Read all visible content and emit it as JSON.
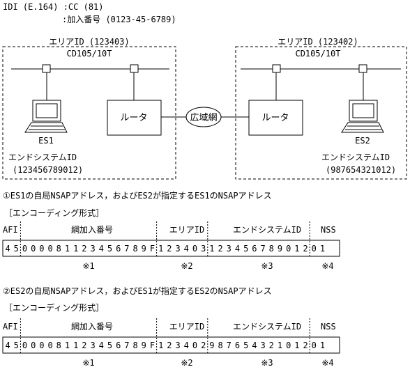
{
  "header": {
    "line1": "IDI (E.164) :CC (81)",
    "line2": ":加入番号 (0123-45-6789)"
  },
  "network": {
    "left": {
      "area_id": "エリアID (123403)",
      "lan_label": "CD105/10T",
      "router_label": "ルータ",
      "es_label": "ES1",
      "es_id_title": "エンドシステムID",
      "es_id_value": "(123456789012)"
    },
    "right": {
      "area_id": "エリアID (123402)",
      "lan_label": "CD105/10T",
      "router_label": "ルータ",
      "es_label": "ES2",
      "es_id_title": "エンドシステムID",
      "es_id_value": "(987654321012)"
    },
    "wan_label": "広域網"
  },
  "sections": [
    {
      "title": "①ES1の自局NSAPアドレス，およびES2が指定するES1のNSAPアドレス",
      "format_label": "［エンコーディング形式］",
      "headers": {
        "afi": "AFI",
        "net": "網加入番号",
        "area": "エリアID",
        "es": "エンドシステムID",
        "nss": "NSS"
      },
      "digits": {
        "afi": [
          "4",
          "5"
        ],
        "net": [
          "0",
          "0",
          "0",
          "0",
          "8",
          "1",
          "1",
          "2",
          "3",
          "4",
          "5",
          "6",
          "7",
          "8",
          "9",
          "F"
        ],
        "area": [
          "1",
          "2",
          "3",
          "4",
          "0",
          "3"
        ],
        "es": [
          "1",
          "2",
          "3",
          "4",
          "5",
          "6",
          "7",
          "8",
          "9",
          "0",
          "1",
          "2"
        ],
        "nss": [
          "0",
          "1"
        ]
      },
      "notes": [
        "※1",
        "※2",
        "※3",
        "※4"
      ]
    },
    {
      "title": "②ES2の自局NSAPアドレス，およびES1が指定するES2のNSAPアドレス",
      "format_label": "［エンコーディング形式］",
      "headers": {
        "afi": "AFI",
        "net": "網加入番号",
        "area": "エリアID",
        "es": "エンドシステムID",
        "nss": "NSS"
      },
      "digits": {
        "afi": [
          "4",
          "5"
        ],
        "net": [
          "0",
          "0",
          "0",
          "0",
          "8",
          "1",
          "1",
          "2",
          "3",
          "4",
          "5",
          "6",
          "7",
          "8",
          "9",
          "F"
        ],
        "area": [
          "1",
          "2",
          "3",
          "4",
          "0",
          "2"
        ],
        "es": [
          "9",
          "8",
          "7",
          "6",
          "5",
          "4",
          "3",
          "2",
          "1",
          "0",
          "1",
          "2"
        ],
        "nss": [
          "0",
          "1"
        ]
      },
      "notes": [
        "※1",
        "※2",
        "※3",
        "※4"
      ]
    }
  ]
}
